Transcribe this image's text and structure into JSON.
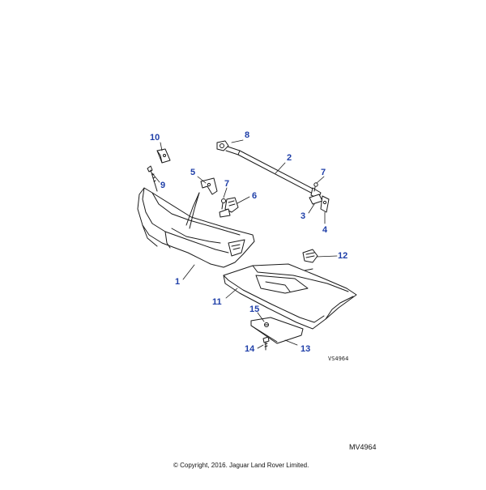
{
  "diagram": {
    "callouts": {
      "c1": "1",
      "c2": "2",
      "c3": "3",
      "c4": "4",
      "c5": "5",
      "c6": "6",
      "c7a": "7",
      "c7b": "7",
      "c8": "8",
      "c9": "9",
      "c10": "10",
      "c11": "11",
      "c12": "12",
      "c13": "13",
      "c14": "14",
      "c15": "15"
    },
    "callout_color": "#1f3fa8",
    "ref_code": "VS4964"
  },
  "footer": {
    "sheet_id": "MV4964",
    "copyright": "© Copyright, 2016. Jaguar Land Rover Limited."
  }
}
